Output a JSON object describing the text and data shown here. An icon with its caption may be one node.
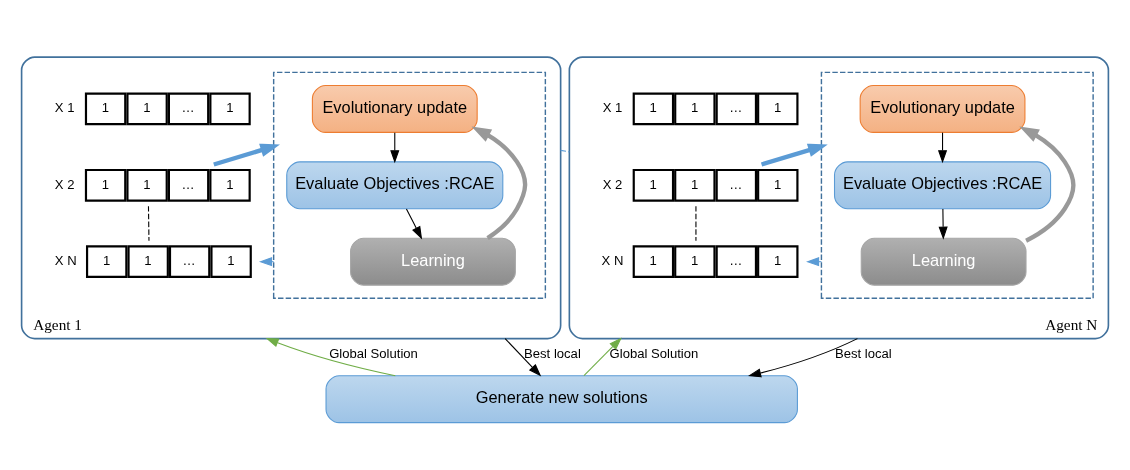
{
  "diagram": {
    "nodes": [
      {
        "text": [
          "Agent 1"
        ]
      },
      {
        "text": [
          "1",
          "1",
          "…",
          "1"
        ],
        "beside": [
          "X 1"
        ],
        "in": 0
      },
      {
        "text": [
          "1",
          "1",
          "…",
          "1"
        ],
        "beside": [
          "X 2"
        ],
        "in": 0
      },
      {
        "text": [
          "1",
          "1",
          "…",
          "1"
        ],
        "beside": [
          "X N"
        ],
        "in": 0
      },
      {
        "text": [],
        "shape": "box",
        "in": 0
      },
      {
        "text": [
          "Evolutionary update"
        ],
        "in": 4
      },
      {
        "text": [
          "Evaluate Objectives :RCAE"
        ],
        "in": 4
      },
      {
        "text": [
          "Learning"
        ],
        "in": 4
      },
      {
        "text": [
          "Agent N"
        ]
      },
      {
        "text": [
          "1",
          "1",
          "…",
          "1"
        ],
        "beside": [
          "X 1"
        ],
        "in": 8
      },
      {
        "text": [
          "1",
          "1",
          "…",
          "1"
        ],
        "beside": [
          "X 2"
        ],
        "in": 8
      },
      {
        "text": [
          "1",
          "1",
          "…",
          "1"
        ],
        "beside": [
          "X N"
        ],
        "in": 8
      },
      {
        "text": [],
        "shape": "box",
        "in": 8
      },
      {
        "text": [
          "Evolutionary update"
        ],
        "in": 12
      },
      {
        "text": [
          "Evaluate Objectives :RCAE"
        ],
        "in": 12
      },
      {
        "text": [
          "Learning"
        ],
        "in": 12
      },
      {
        "text": [
          "Generate new solutions"
        ]
      }
    ],
    "edges": [
      {
        "from": 2,
        "to": 4,
        "arrow": "to",
        "style": "thick",
        "color": "#5b9bd5"
      },
      {
        "from": 2,
        "to": 3,
        "arrow": "none",
        "style": "dashed"
      },
      {
        "from": 5,
        "to": 6,
        "arrow": "to"
      },
      {
        "from": 6,
        "to": 7,
        "arrow": "to"
      },
      {
        "from": 7,
        "to": 5,
        "arrow": "to",
        "style": "thick",
        "color": "#999999"
      },
      {
        "from": 4,
        "to": 3,
        "arrow": "to",
        "color": "#5b9bd5"
      },
      {
        "from": 10,
        "to": 12,
        "arrow": "to",
        "style": "thick",
        "color": "#5b9bd5"
      },
      {
        "from": 10,
        "to": 11,
        "arrow": "none",
        "style": "dashed"
      },
      {
        "from": 13,
        "to": 14,
        "arrow": "to"
      },
      {
        "from": 14,
        "to": 15,
        "arrow": "to"
      },
      {
        "from": 15,
        "to": 13,
        "arrow": "to",
        "style": "thick",
        "color": "#999999"
      },
      {
        "from": 12,
        "to": 11,
        "arrow": "to",
        "color": "#5b9bd5"
      },
      {
        "from": 0,
        "to": 8,
        "arrow": "none",
        "style": "dashed",
        "color": "#5b9bd5"
      },
      {
        "from": 16,
        "to": 0,
        "arrow": "to",
        "label": "Global Solution",
        "color": "#70ad47"
      },
      {
        "from": 0,
        "to": 16,
        "arrow": "to",
        "label": "Best local"
      },
      {
        "from": 16,
        "to": 8,
        "arrow": "to",
        "label": "Global Solution",
        "color": "#70ad47"
      },
      {
        "from": 8,
        "to": 16,
        "arrow": "to",
        "label": "Best local"
      }
    ]
  }
}
